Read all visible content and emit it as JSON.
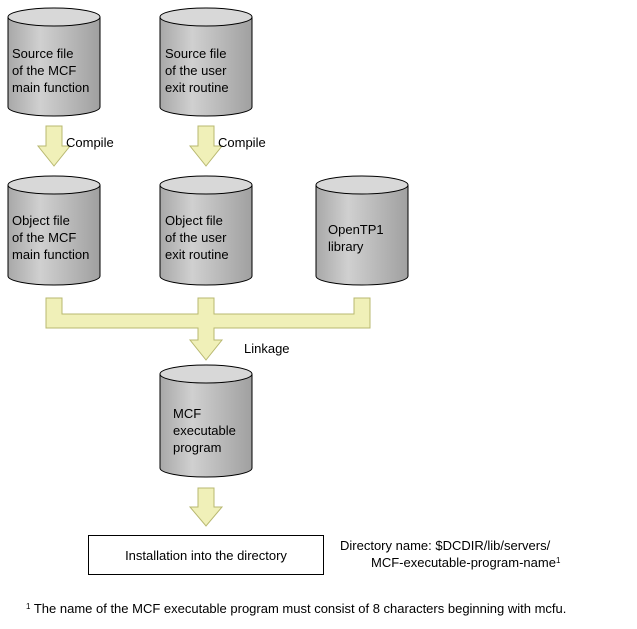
{
  "cylinders": {
    "src_main": "Source file\nof the MCF\nmain function",
    "src_user": "Source file\nof the user\nexit routine",
    "obj_main": "Object file\nof the MCF\nmain function",
    "obj_user": "Object file\nof the user\nexit routine",
    "library": "OpenTP1\nlibrary",
    "executable": "MCF\nexecutable\nprogram"
  },
  "steps": {
    "compile_1": "Compile",
    "compile_2": "Compile",
    "linkage": "Linkage"
  },
  "install": {
    "label": "Installation into the directory",
    "directory_prefix": "Directory name: $DCDIR/lib/servers/",
    "directory_name": "MCF-executable-program-name",
    "footnote_mark": "1"
  },
  "footnote": {
    "mark": "1",
    "text": "The name of the MCF executable program must consist of 8 characters beginning with mcfu."
  },
  "colors": {
    "cylinder_body": "#c0c0c0",
    "cylinder_top": "#d8d8d8",
    "arrow_fill": "#f0f0b8",
    "arrow_stroke": "#b8b870"
  }
}
